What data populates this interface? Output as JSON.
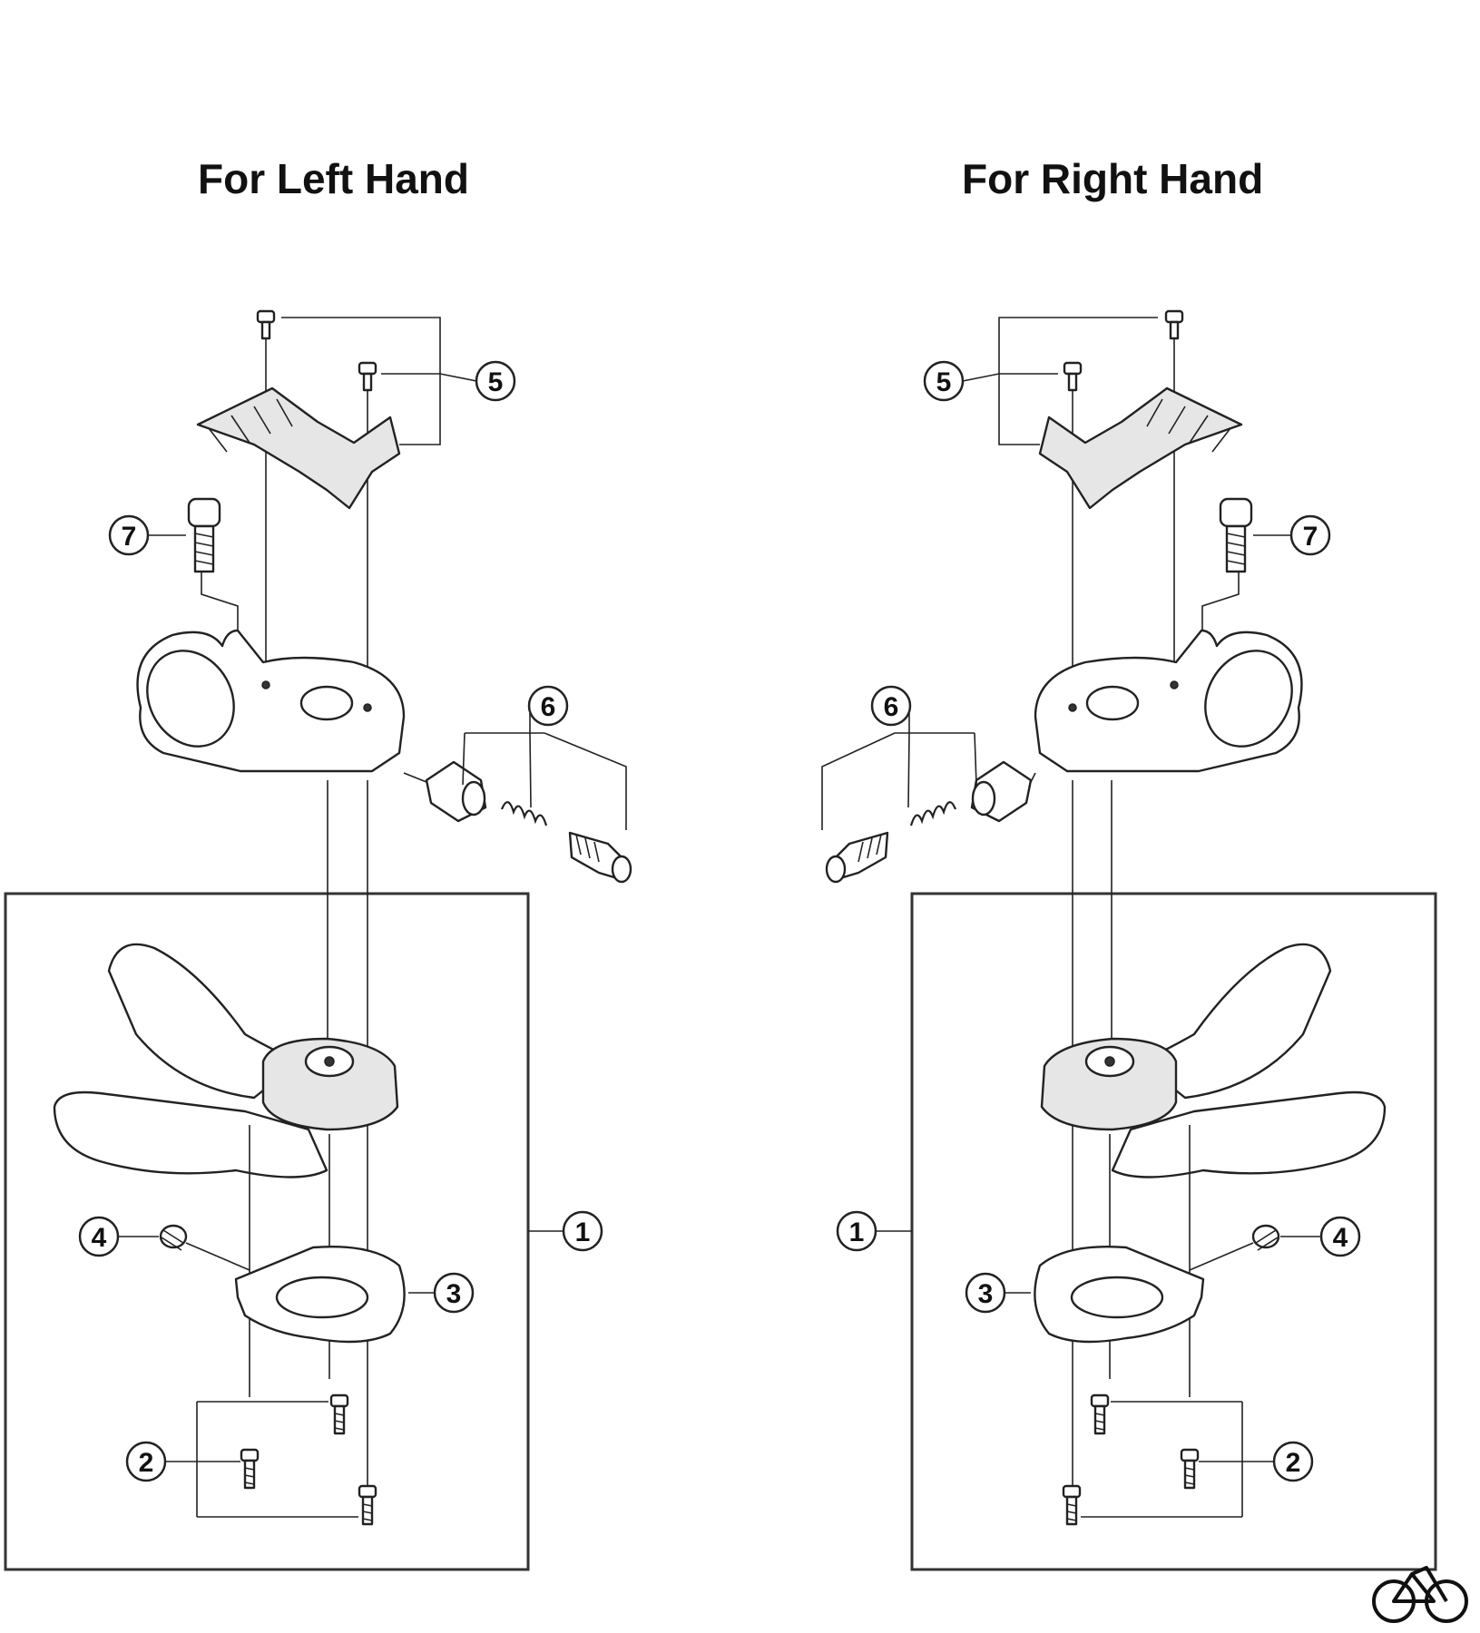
{
  "diagram": {
    "titles": {
      "left": "For Left Hand",
      "right": "For Right Hand"
    },
    "callouts": {
      "left": [
        "5",
        "7",
        "6",
        "1",
        "4",
        "3",
        "2"
      ],
      "right": [
        "5",
        "7",
        "6",
        "1",
        "4",
        "3",
        "2"
      ]
    }
  },
  "colors": {
    "line": "#222222",
    "fill": "#ffffff",
    "shade": "#e6e6e6"
  },
  "icons": {
    "corner": "bicycle-icon"
  }
}
